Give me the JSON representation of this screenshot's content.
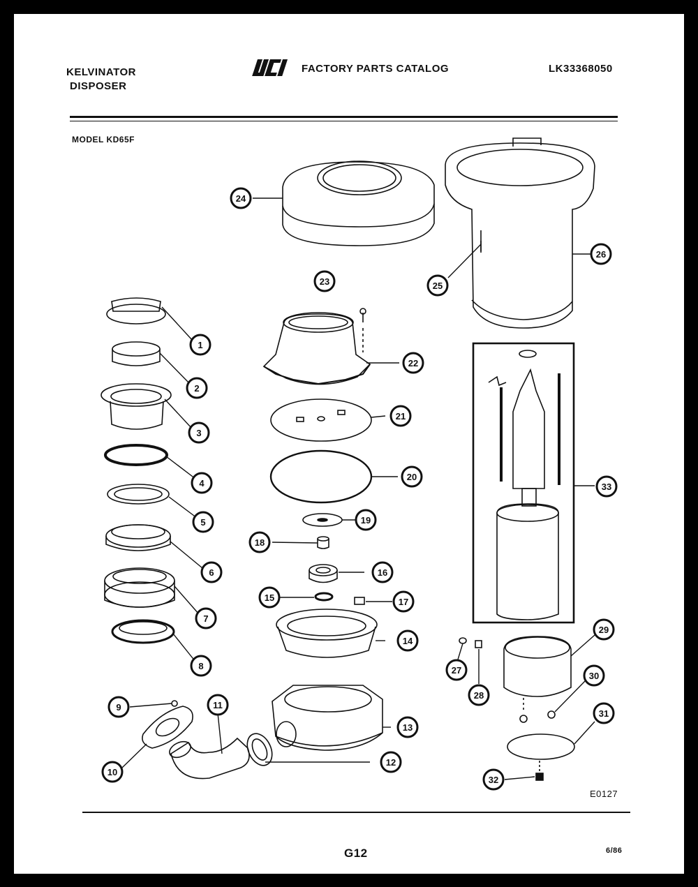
{
  "header": {
    "brand_line1": "KELVINATOR",
    "brand_line2": "DISPOSER",
    "logo_text": "WCI",
    "catalog_title": "FACTORY PARTS CATALOG",
    "catalog_number": "LK33368050"
  },
  "model_label": "MODEL KD65F",
  "diagram_code": "E0127",
  "footer": {
    "page": "G12",
    "date": "6/86"
  },
  "callouts": [
    {
      "num": "1"
    },
    {
      "num": "2"
    },
    {
      "num": "3"
    },
    {
      "num": "4"
    },
    {
      "num": "5"
    },
    {
      "num": "6"
    },
    {
      "num": "7"
    },
    {
      "num": "8"
    },
    {
      "num": "9"
    },
    {
      "num": "10"
    },
    {
      "num": "11"
    },
    {
      "num": "12"
    },
    {
      "num": "13"
    },
    {
      "num": "14"
    },
    {
      "num": "15"
    },
    {
      "num": "16"
    },
    {
      "num": "17"
    },
    {
      "num": "18"
    },
    {
      "num": "19"
    },
    {
      "num": "20"
    },
    {
      "num": "21"
    },
    {
      "num": "22"
    },
    {
      "num": "23"
    },
    {
      "num": "24"
    },
    {
      "num": "25"
    },
    {
      "num": "26"
    },
    {
      "num": "27"
    },
    {
      "num": "28"
    },
    {
      "num": "29"
    },
    {
      "num": "30"
    },
    {
      "num": "31"
    },
    {
      "num": "32"
    },
    {
      "num": "33"
    }
  ],
  "colors": {
    "ink": "#111111",
    "paper": "#ffffff",
    "border": "#000000"
  }
}
